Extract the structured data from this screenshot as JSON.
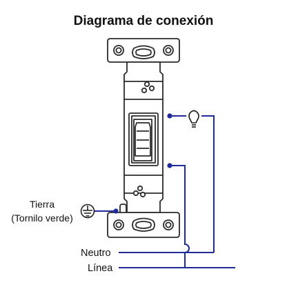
{
  "title": "Diagrama de conexión",
  "labels": {
    "ground": "Tierra",
    "ground_note": "(Tornilo verde)",
    "neutral": "Neutro",
    "line": "Línea"
  },
  "colors": {
    "wire": "#1f2aa0",
    "outline": "#2a2a2a",
    "device_fill": "#ffffff",
    "text": "#111111"
  },
  "icons": [
    "ground-symbol-icon",
    "light-bulb-icon",
    "toggle-switch-icon"
  ]
}
